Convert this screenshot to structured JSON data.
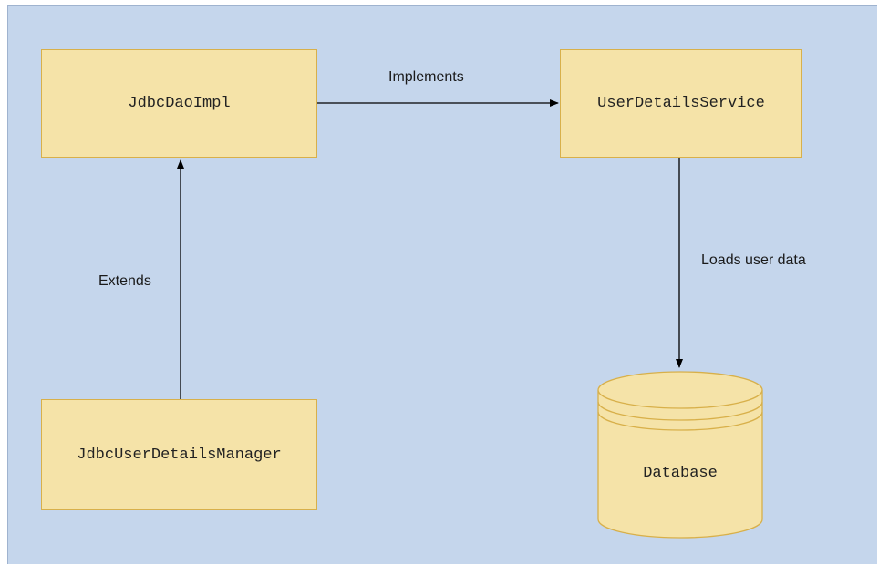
{
  "diagram": {
    "nodes": {
      "jdbc_dao_impl": "JdbcDaoImpl",
      "user_details_service": "UserDetailsService",
      "jdbc_user_details_manager": "JdbcUserDetailsManager",
      "database": "Database"
    },
    "edges": {
      "implements": "Implements",
      "extends": "Extends",
      "loads_user_data": "Loads user data"
    }
  },
  "colors": {
    "background": "#c5d6ec",
    "box_fill": "#f5e3a8",
    "box_border": "#d8b04a",
    "arrow": "#000000"
  }
}
